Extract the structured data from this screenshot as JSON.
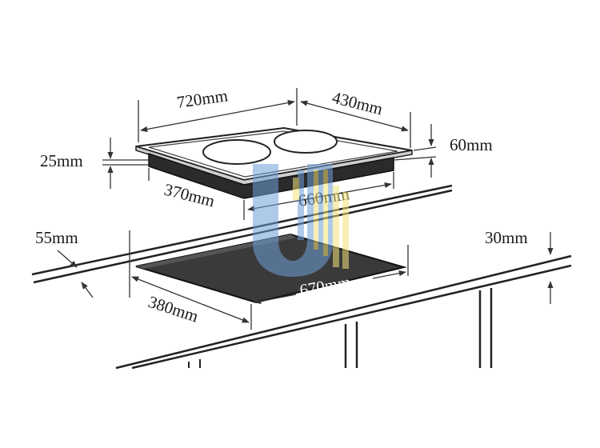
{
  "dimensions": {
    "width_top": "720mm",
    "depth_top": "430mm",
    "height_total": "60mm",
    "thickness_glass": "25mm",
    "depth_body": "370mm",
    "width_body": "660mm",
    "counter_thickness": "55mm",
    "clearance": "30mm",
    "cutout_depth": "380mm",
    "cutout_width": "670mm"
  },
  "colors": {
    "line": "#222222",
    "cooktop_body": "#2b2b2b",
    "cutout_fill": "#3a3a3a",
    "watermark_blue": "#6f9fd8",
    "watermark_yellow": "#f2e27a"
  }
}
